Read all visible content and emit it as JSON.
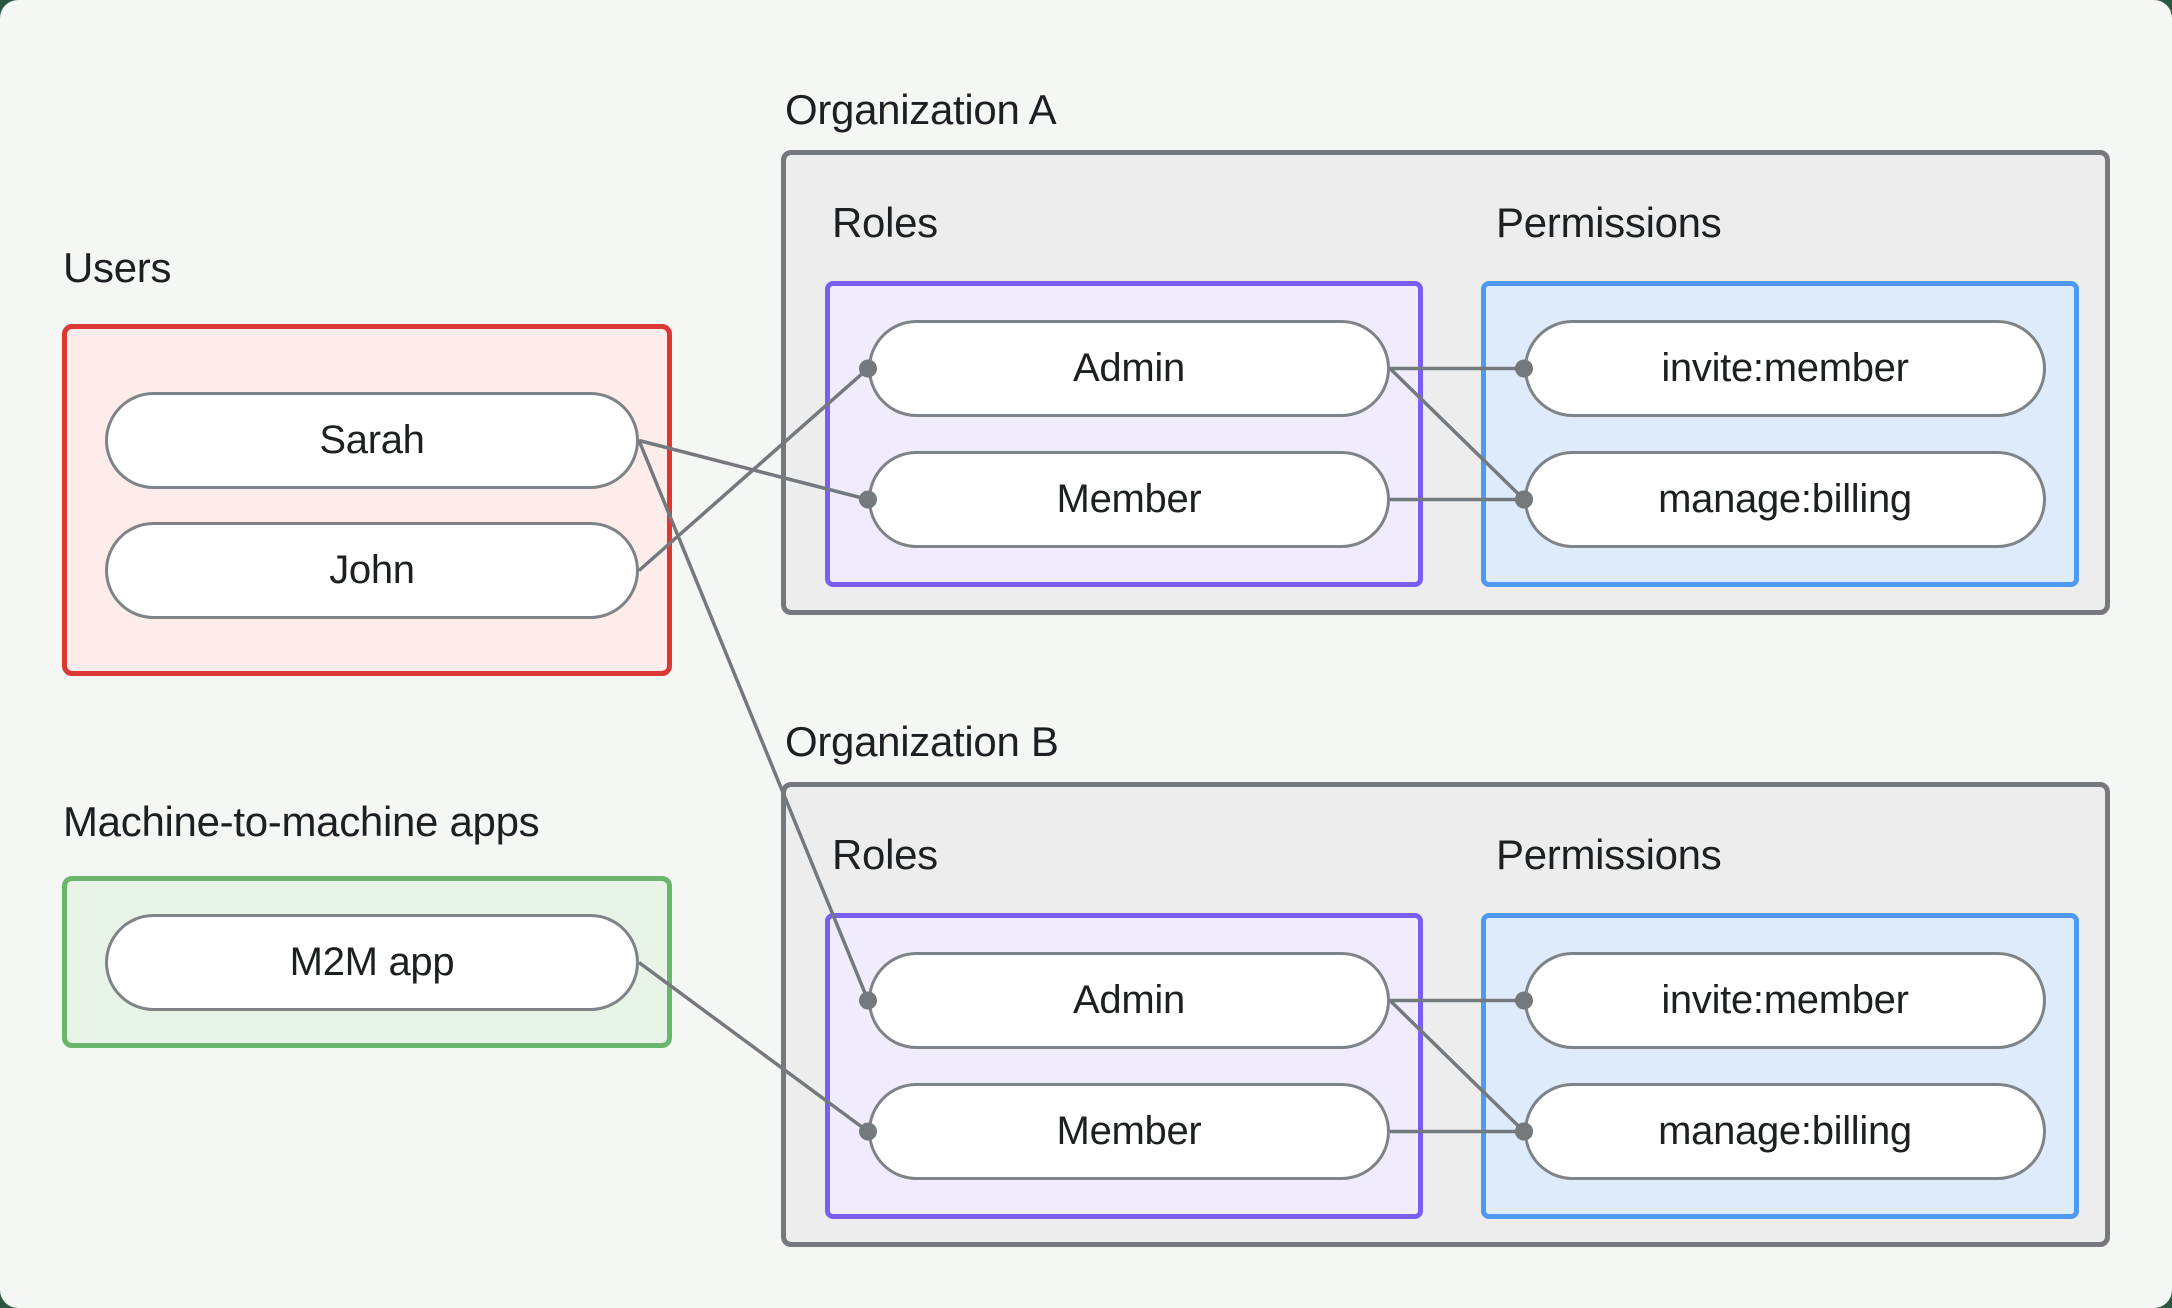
{
  "users": {
    "label": "Users",
    "items": [
      {
        "id": "user-sarah",
        "label": "Sarah"
      },
      {
        "id": "user-john",
        "label": "John"
      }
    ]
  },
  "m2m": {
    "label": "Machine-to-machine apps",
    "items": [
      {
        "id": "m2m-app",
        "label": "M2M app"
      }
    ]
  },
  "organizations": [
    {
      "id": "orgA",
      "label": "Organization A",
      "roles_label": "Roles",
      "permissions_label": "Permissions",
      "roles": [
        {
          "id": "orgA-role-admin",
          "label": "Admin"
        },
        {
          "id": "orgA-role-member",
          "label": "Member"
        }
      ],
      "permissions": [
        {
          "id": "orgA-perm-invite",
          "label": "invite:member"
        },
        {
          "id": "orgA-perm-billing",
          "label": "manage:billing"
        }
      ]
    },
    {
      "id": "orgB",
      "label": "Organization B",
      "roles_label": "Roles",
      "permissions_label": "Permissions",
      "roles": [
        {
          "id": "orgB-role-admin",
          "label": "Admin"
        },
        {
          "id": "orgB-role-member",
          "label": "Member"
        }
      ],
      "permissions": [
        {
          "id": "orgB-perm-invite",
          "label": "invite:member"
        },
        {
          "id": "orgB-perm-billing",
          "label": "manage:billing"
        }
      ]
    }
  ],
  "edges": [
    {
      "from": "user-sarah",
      "to": "orgA-role-member"
    },
    {
      "from": "user-john",
      "to": "orgA-role-admin"
    },
    {
      "from": "user-sarah",
      "to": "orgB-role-admin"
    },
    {
      "from": "m2m-app",
      "to": "orgB-role-member"
    },
    {
      "from": "orgA-role-admin",
      "to": "orgA-perm-invite"
    },
    {
      "from": "orgA-role-admin",
      "to": "orgA-perm-billing"
    },
    {
      "from": "orgA-role-member",
      "to": "orgA-perm-billing"
    },
    {
      "from": "orgB-role-admin",
      "to": "orgB-perm-invite"
    },
    {
      "from": "orgB-role-admin",
      "to": "orgB-perm-billing"
    },
    {
      "from": "orgB-role-member",
      "to": "orgB-perm-billing"
    }
  ],
  "style": {
    "colors": {
      "page-bg": "#2b5640",
      "canvas-bg": "#f5f7f5",
      "text": "#1c2023",
      "org-box-bg": "#ededee",
      "org-box-border": "#75797d",
      "users-box-bg": "#fdecea",
      "users-box-border": "#da3a33",
      "m2m-box-bg": "#e9f4e9",
      "m2m-box-border": "#6ab76b",
      "roles-box-bg": "#f1ecfd",
      "roles-box-border": "#7a5ef2",
      "perms-box-bg": "#ddebfb",
      "perms-box-border": "#4f9aef",
      "pill-bg": "#ffffff",
      "pill-border": "#7e8387",
      "connector": "#74797d"
    },
    "connector_width": 3.5,
    "dot_radius": 9
  }
}
